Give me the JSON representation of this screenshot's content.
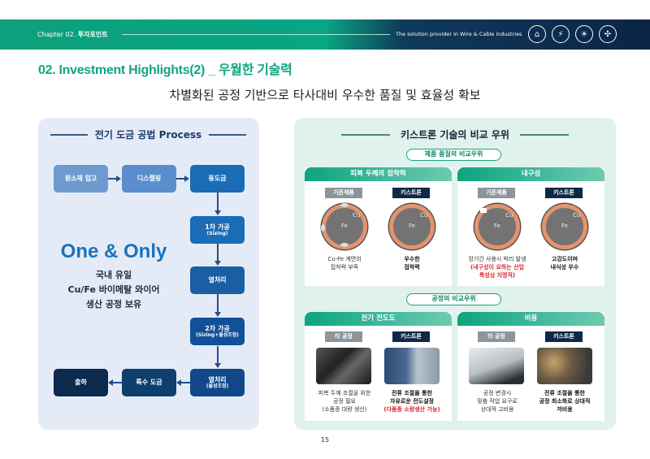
{
  "header": {
    "chapter": "Chapter 02.",
    "chapter_name": "투자포인트",
    "tagline": "The solution provider in Wire & Cable industries",
    "icons": [
      "power-tower-icon",
      "ev-car-icon",
      "solar-panel-icon",
      "wind-turbine-icon"
    ]
  },
  "title": "02. Investment Highlights(2) _ 우월한 기술력",
  "subtitle": "차별화된 공정 기반으로 타사대비 우수한 품질 및 효율성 확보",
  "left": {
    "title": "전기 도금 공법 Process",
    "steps": [
      {
        "label": "원소재 입고",
        "sub": ""
      },
      {
        "label": "디스켈링",
        "sub": ""
      },
      {
        "label": "동도금",
        "sub": ""
      },
      {
        "label": "1차 가공",
        "sub": "(Sizing)"
      },
      {
        "label": "열처리",
        "sub": ""
      },
      {
        "label": "2차 가공",
        "sub": "(Sizing+물성조정)"
      },
      {
        "label": "열처리",
        "sub": "(물성조정)"
      },
      {
        "label": "특수 도금",
        "sub": ""
      },
      {
        "label": "출하",
        "sub": ""
      }
    ],
    "highlight": "One & Only",
    "desc": [
      "국내 유일",
      "Cu/Fe 바이메탈 와이어",
      "생산 공정 보유"
    ]
  },
  "right": {
    "title": "키스트론 기술의 비교 우위",
    "quality": {
      "pill": "제품 품질의 비교우위",
      "cards": [
        {
          "title": "피복 두께의 접착력",
          "a_label": "기존제품",
          "b_label": "키스트론",
          "a_caption": [
            "Cu-Fe 계면의",
            "접착력 부족"
          ],
          "a_red": [],
          "b_caption": [
            "우수한",
            "접착력"
          ]
        },
        {
          "title": "내구성",
          "a_label": "기존제품",
          "b_label": "키스트론",
          "a_caption": [
            "장기간 사용시 박리 발생"
          ],
          "a_red": [
            "(내구성이 요하는 산업",
            "특성상 치명적)"
          ],
          "b_caption": [
            "고강도이며",
            "내식성 우수"
          ]
        }
      ],
      "cu": "Cu",
      "fe": "Fe"
    },
    "process": {
      "pill": "공정의 비교우위",
      "cards": [
        {
          "title": "전기 전도도",
          "a_label": "타 공정",
          "b_label": "키스트론",
          "a_caption": [
            "피복 두께 조절을 위한",
            "공정 필요",
            "(소품종 대량 생산)"
          ],
          "b_caption": [
            "전류 조절을 통한",
            "자유로운 전도설정"
          ],
          "b_red": "(다품종 소량생산 가능)"
        },
        {
          "title": "비용",
          "a_label": "타 공정",
          "b_label": "키스트론",
          "a_caption": [
            "공정 변경시",
            "맞춤 작업 요구로",
            "상대적 고비용"
          ],
          "b_caption": [
            "전류 조절을 통한",
            "공정 최소화로 상대적",
            "저비용"
          ],
          "b_red": ""
        }
      ]
    }
  },
  "page": "15",
  "colors": {
    "green": "#11a583",
    "navy": "#0f2748",
    "copper": "#e5936b"
  }
}
